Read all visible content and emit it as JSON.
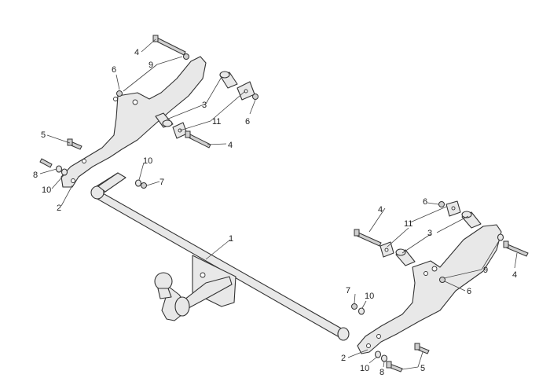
{
  "callouts": {
    "c1": "1",
    "c2": "2",
    "c3": "3",
    "c4": "4",
    "c5": "5",
    "c6": "6",
    "c7": "7",
    "c8": "8",
    "c9": "9",
    "c10": "10",
    "c11": "11"
  },
  "colors": {
    "part_fill": "#e8e8e8",
    "outline": "#333333",
    "background": "#ffffff"
  }
}
